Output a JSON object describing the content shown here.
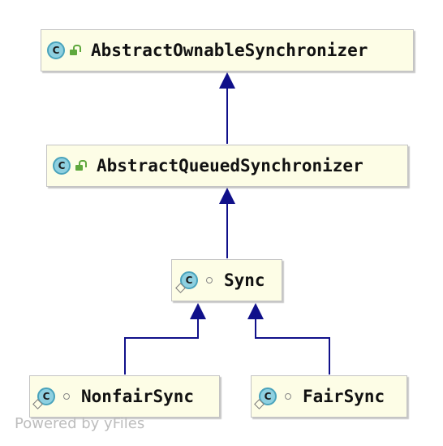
{
  "nodes": {
    "aos": {
      "label": "AbstractOwnableSynchronizer",
      "icon": "class-icon",
      "badge": "public-lock-icon"
    },
    "aqs": {
      "label": "AbstractQueuedSynchronizer",
      "icon": "class-icon",
      "badge": "public-lock-icon"
    },
    "sync": {
      "label": "Sync",
      "icon": "abstract-class-icon",
      "badge": "package-private-dot-icon"
    },
    "nonfair": {
      "label": "NonfairSync",
      "icon": "static-class-icon",
      "badge": "package-private-dot-icon"
    },
    "fair": {
      "label": "FairSync",
      "icon": "static-class-icon",
      "badge": "package-private-dot-icon"
    }
  },
  "edges": [
    {
      "from": "aqs",
      "to": "aos",
      "type": "extends"
    },
    {
      "from": "sync",
      "to": "aqs",
      "type": "extends"
    },
    {
      "from": "nonfair",
      "to": "sync",
      "type": "extends"
    },
    {
      "from": "fair",
      "to": "sync",
      "type": "extends"
    }
  ],
  "icon_letter": "C",
  "colors": {
    "node_fill": "#fdfde6",
    "edge": "#10108a",
    "class_icon": "#8ed0e0",
    "lock": "#5fa83d"
  },
  "watermark": "Powered by yFiles"
}
